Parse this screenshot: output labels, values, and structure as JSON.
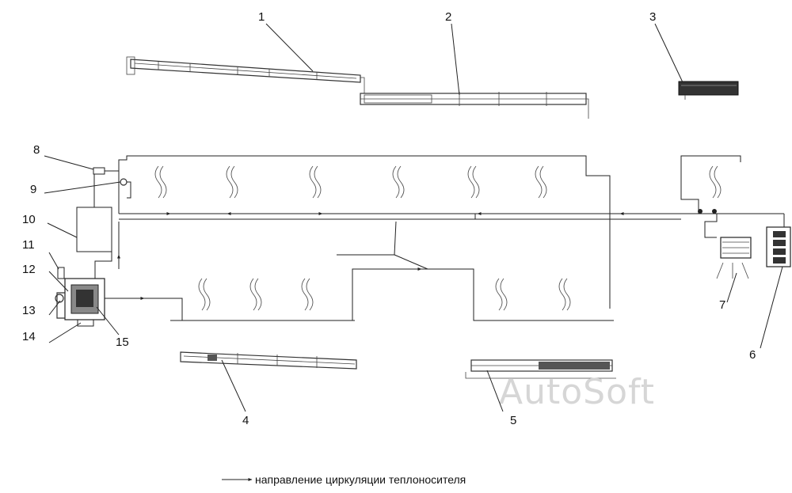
{
  "callouts": [
    "1",
    "2",
    "3",
    "4",
    "5",
    "6",
    "7",
    "8",
    "9",
    "10",
    "11",
    "12",
    "13",
    "14",
    "15"
  ],
  "legend": {
    "text": "направление циркуляции теплоносителя"
  },
  "watermark": {
    "text": "AutoSoft"
  }
}
